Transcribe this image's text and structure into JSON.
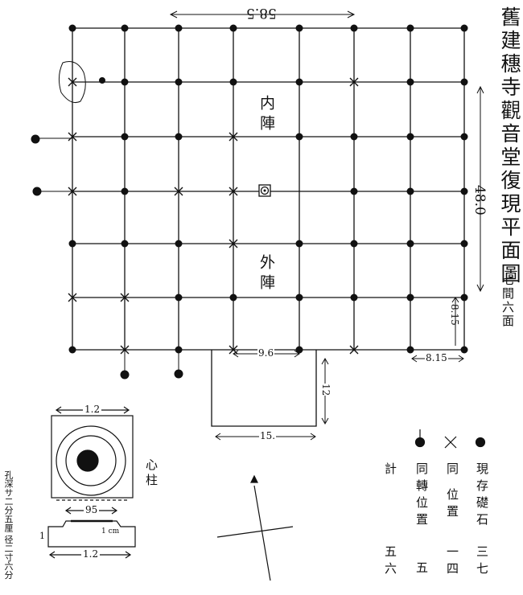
{
  "title": "舊建穗寺觀音堂復現平面圖",
  "subtitle": "七間六面",
  "dimensions": {
    "top_width": "58.5",
    "right_height": "48.0",
    "bay_right_v": "8.15",
    "bay_right_h": "8.15",
    "bay_inner": "9.6",
    "annex_depth": "12",
    "annex_width": "15."
  },
  "labels": {
    "inner_sanctuary": "内陣",
    "outer_sanctuary": "外陣"
  },
  "pillar_detail": {
    "name": "心柱",
    "top_width": "1.2",
    "bottom_width": "1.2",
    "plinth_width": "95",
    "height_small": "1",
    "height_cm": "1 cm",
    "hole_note": "孔深サ二分五厘 径二寸六分"
  },
  "legend": [
    {
      "symbol": "filled-dot",
      "label": "現存礎石",
      "count": "三七"
    },
    {
      "symbol": "cross",
      "label": "同 位置",
      "count": "一四"
    },
    {
      "symbol": "pin-dot",
      "label": "同轉位置",
      "count": "五"
    }
  ],
  "legend_total": {
    "label": "計",
    "count": "五六"
  },
  "colors": {
    "ink": "#111111",
    "paper": "#ffffff"
  }
}
